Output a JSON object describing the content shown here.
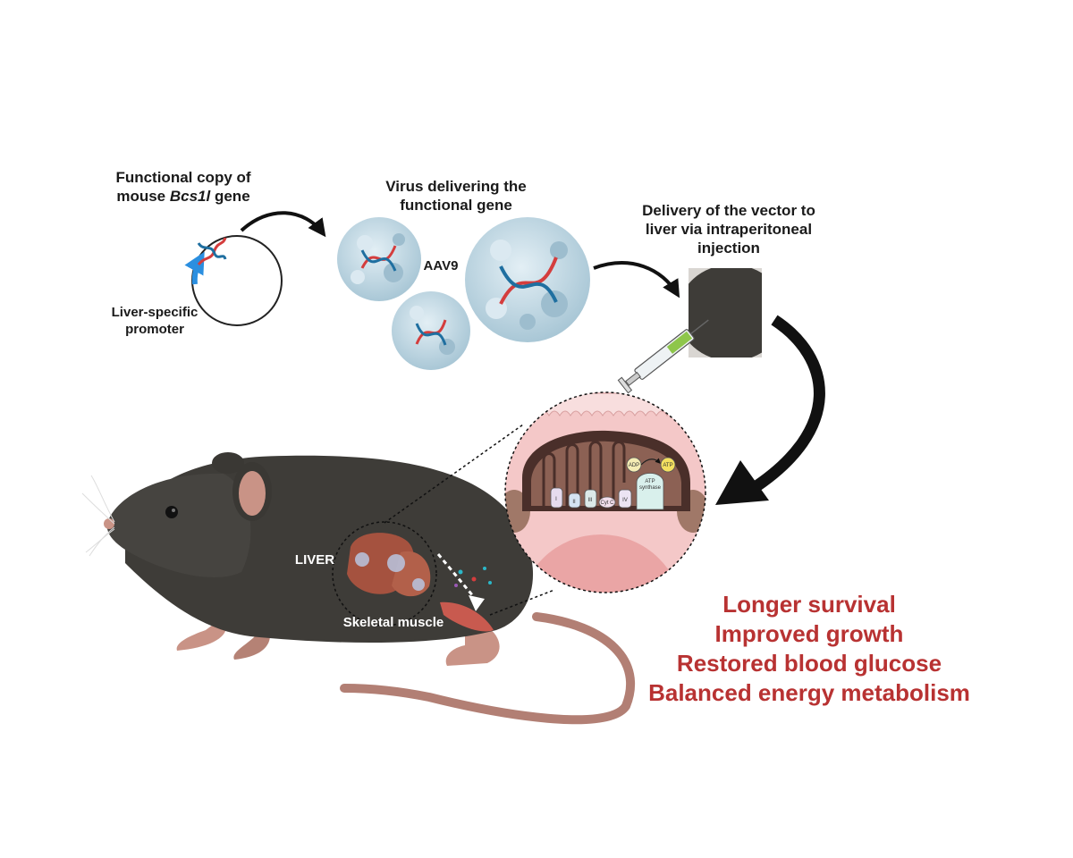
{
  "labels": {
    "plasmid_title_line1": "Functional copy  of",
    "plasmid_title_line2_pre": "mouse ",
    "plasmid_title_gene": "Bcs1l",
    "plasmid_title_line2_post": " gene",
    "promoter_line1": "Liver-specific",
    "promoter_line2": "promoter",
    "virus_title_line1": "Virus delivering the",
    "virus_title_line2": "functional gene",
    "virus_name": "AAV9",
    "delivery_line1": "Delivery of the vector to",
    "delivery_line2": "liver via intraperitoneal",
    "delivery_line3": "injection",
    "liver": "LIVER",
    "skeletal_muscle": "Skeletal muscle"
  },
  "mitochondria": {
    "adp": "ADP",
    "atp": "ATP",
    "atp_synthase_line1": "ATP",
    "atp_synthase_line2": "synthase",
    "complex_1": "I",
    "complex_2": "II",
    "complex_3": "III",
    "cyt_c": "Cyt C",
    "complex_4": "IV"
  },
  "outcomes": [
    "Longer survival",
    "Improved growth",
    "Restored blood glucose",
    "Balanced energy metabolism"
  ],
  "colors": {
    "outcome_text": "#b83232",
    "mouse_body": "#3e3c38",
    "mouse_skin": "#c99386",
    "liver": "#a5523f",
    "virus_capsid": "#bfd7e3",
    "dna_blue": "#1f6fa0",
    "dna_red": "#d43d3d",
    "promoter_arrow": "#2b8fe0",
    "zoom_pink": "#f4c8c8"
  },
  "icons": [
    "plasmid-icon",
    "dna-icon",
    "virus-icon",
    "syringe-icon",
    "mouse-icon",
    "mitochondrion-icon",
    "liver-icon",
    "muscle-icon"
  ]
}
